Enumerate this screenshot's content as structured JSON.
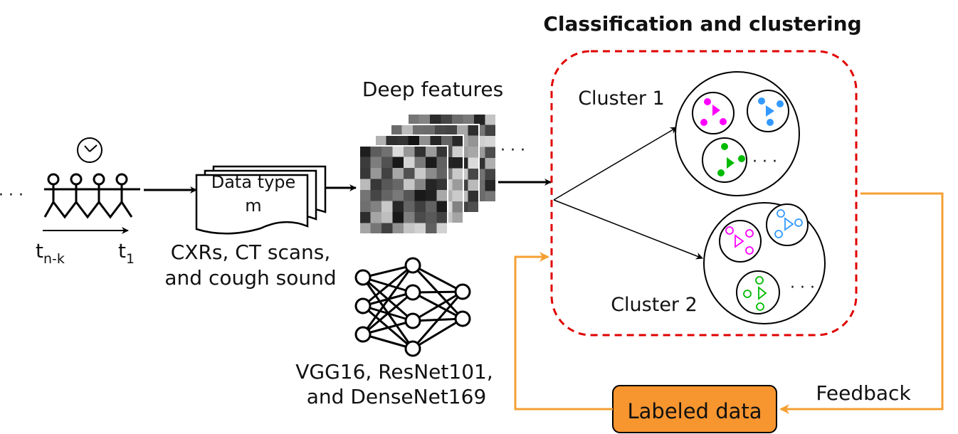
{
  "title": "Classification and clustering",
  "ellipsis": "· · ·",
  "time_labels": {
    "start_base": "t",
    "start_sub": "n-k",
    "end_base": "t",
    "end_sub": "1"
  },
  "document": {
    "line1": "Data type",
    "line2": "m"
  },
  "data_caption": {
    "line1": "CXRs, CT scans,",
    "line2": "and cough sound"
  },
  "features_label": "Deep features",
  "model_caption": {
    "line1": "VGG16, ResNet101,",
    "line2": "and DenseNet169"
  },
  "clusters": [
    {
      "label": "Cluster 1"
    },
    {
      "label": "Cluster 2"
    }
  ],
  "cluster_more": "· · ·",
  "feedback_label": "Feedback",
  "labeled_data_label": "Labeled data",
  "colors": {
    "magenta": "#ff00ff",
    "blue": "#3399ff",
    "green": "#00bb00",
    "red_dashed": "#e00000",
    "orange": "#f5a033",
    "orange_box": "#f7952f"
  }
}
